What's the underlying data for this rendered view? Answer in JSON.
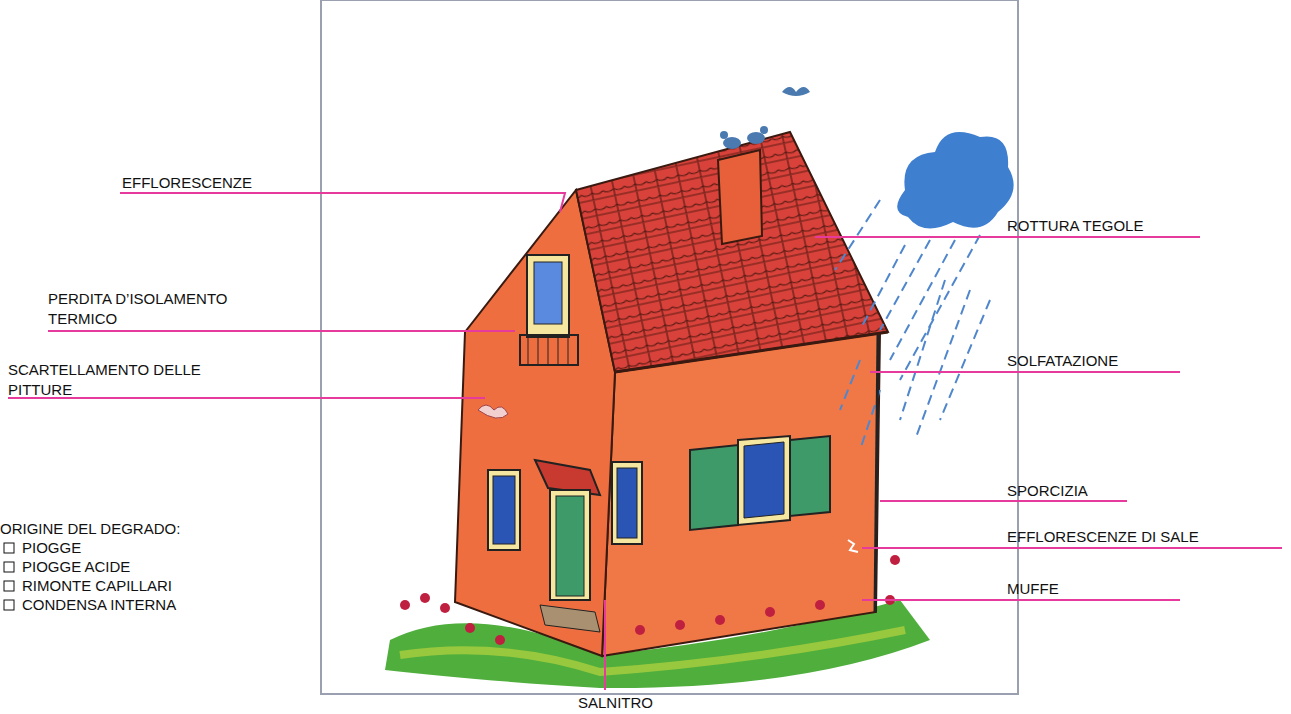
{
  "diagram": {
    "labels": [
      "EFFLORESCENZE",
      "PERDITA D’ISOLAMENTO TERMICO",
      "SCARTELLAMENTO DELLE PITTURE",
      "ROTTURA TEGOLE",
      "SOLFATAZIONE",
      "SPORCIZIA",
      "EFFLORESCENZE DI SALE",
      "MUFFE",
      "SALNITRO",
      "ORIGINE DEL DEGRADO:",
      "PIOGGE",
      "PIOGGE ACIDE",
      "RIMONTE CAPILLARI",
      "CONDENSA INTERNA"
    ]
  }
}
